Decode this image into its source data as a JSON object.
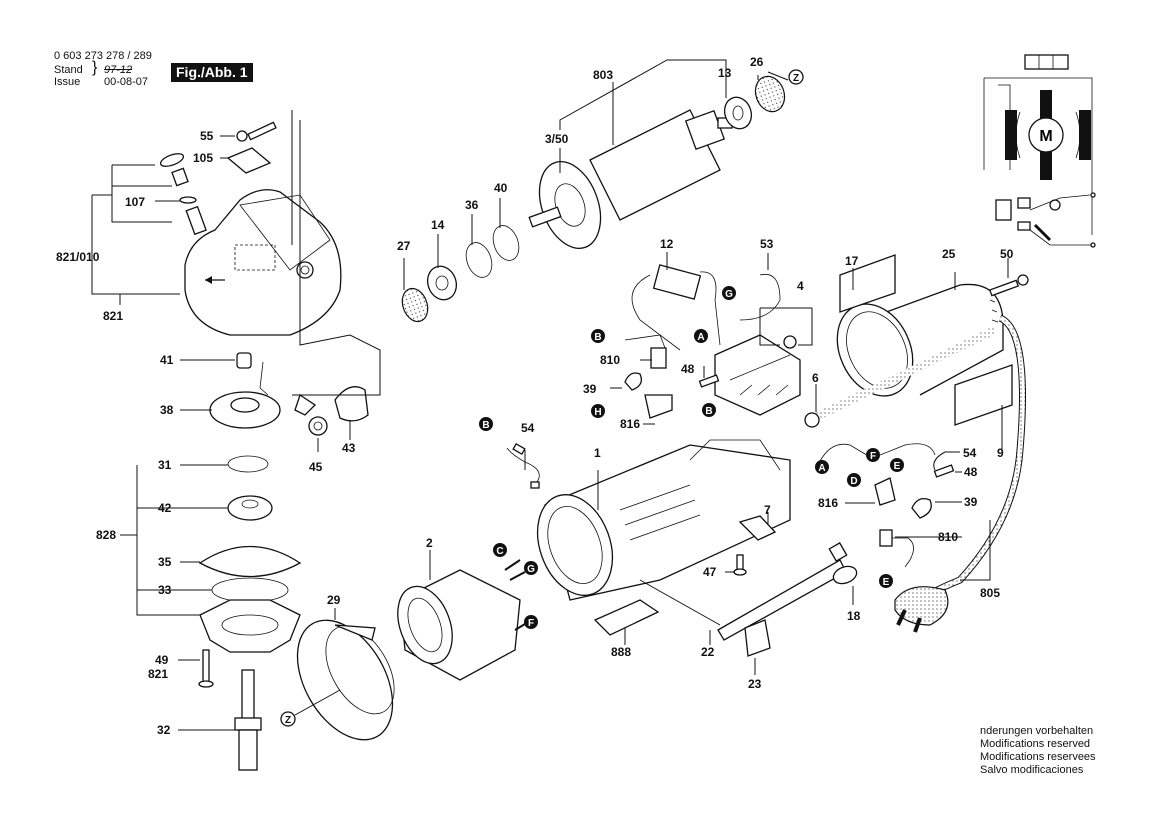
{
  "header": {
    "part_number": "0 603 273 278 / 289",
    "stand_label": "Stand",
    "issue_label": "Issue",
    "stand_value_struck": "97-12",
    "issue_value": "00-08-07",
    "figure_label": "Fig./Abb. 1"
  },
  "footer_notes": [
    "nderungen vorbehalten",
    "Modifications reserved",
    "Modifications reservees",
    "Salvo modificaciones"
  ],
  "wiring_diagram": {
    "motor_symbol": "M"
  },
  "part_labels": {
    "p55": "55",
    "p105": "105",
    "p107": "107",
    "p821_010": "821/010",
    "p821a": "821",
    "p41": "41",
    "p38": "38",
    "p45": "45",
    "p43": "43",
    "p31": "31",
    "p42": "42",
    "p828": "828",
    "p35": "35",
    "p33": "33",
    "p49": "49",
    "p821b": "821",
    "p32": "32",
    "p29": "29",
    "p2": "2",
    "p27": "27",
    "p14": "14",
    "p36": "36",
    "p40": "40",
    "p3_50": "3/50",
    "p803": "803",
    "p13": "13",
    "p26": "26",
    "p12": "12",
    "p53": "53",
    "p4": "4",
    "p810a": "810",
    "p39a": "39",
    "p48a": "48",
    "p816a": "816",
    "p6": "6",
    "p17": "17",
    "p25": "25",
    "p50": "50",
    "p54a": "54",
    "p1": "1",
    "p54b": "54",
    "p9": "9",
    "p48b": "48",
    "p816b": "816",
    "p39b": "39",
    "p810b": "810",
    "p7": "7",
    "p47": "47",
    "p18": "18",
    "p805": "805",
    "p888": "888",
    "p22": "22",
    "p23": "23"
  },
  "connector_badges": {
    "A1": "A",
    "A2": "A",
    "B1": "B",
    "B2": "B",
    "B3": "B",
    "C": "C",
    "D": "D",
    "E1": "E",
    "E2": "E",
    "F1": "F",
    "F2": "F",
    "G1": "G",
    "G2": "G",
    "H": "H"
  },
  "reference_markers": {
    "Z1": "Z",
    "Z2": "Z"
  }
}
